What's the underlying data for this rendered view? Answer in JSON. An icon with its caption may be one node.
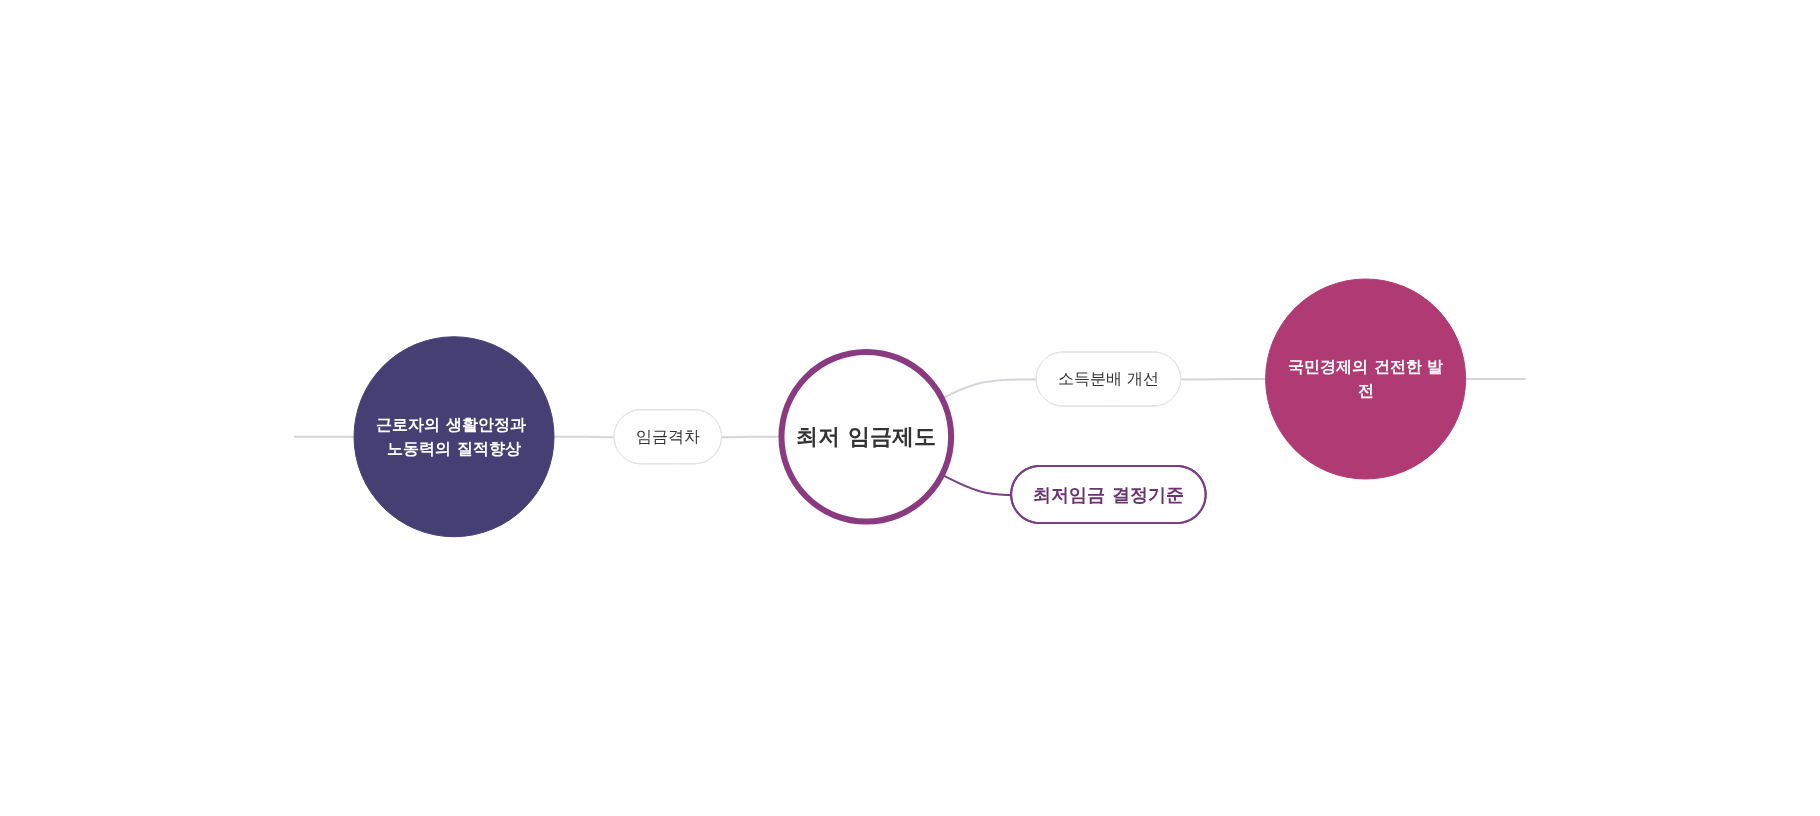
{
  "diagram": {
    "nodes": [
      {
        "text": [
          "근로자의 생활안정과 노동력의 질적향상"
        ]
      },
      {
        "text": [
          "임금격차"
        ]
      },
      {
        "text": [
          "최저 임금제도"
        ]
      },
      {
        "text": [
          "소득분배 개선"
        ]
      },
      {
        "text": [
          "국민경제의 건전한 발전"
        ]
      },
      {
        "text": [
          "최저임금 결정기준"
        ]
      }
    ],
    "edges": [
      {
        "from": null,
        "to": 0,
        "arrow": "none"
      },
      {
        "from": 0,
        "to": 1,
        "arrow": "none"
      },
      {
        "from": 1,
        "to": 2,
        "arrow": "none"
      },
      {
        "from": 2,
        "to": 3,
        "arrow": "none"
      },
      {
        "from": 3,
        "to": 4,
        "arrow": "none"
      },
      {
        "from": 4,
        "to": null,
        "arrow": "none"
      },
      {
        "from": 2,
        "to": 5,
        "arrow": "none",
        "color": "#7b3f86"
      }
    ]
  }
}
